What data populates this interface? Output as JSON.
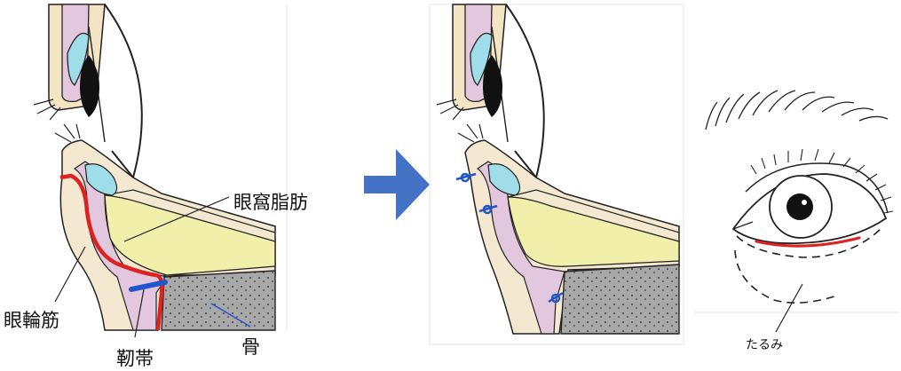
{
  "labels": {
    "orbital_fat": "眼窩脂肪",
    "orbicularis": "眼輪筋",
    "ligament": "靭帯",
    "bone": "骨",
    "sagging": "たるみ"
  },
  "colors": {
    "fat": "#f2efaa",
    "bone": "#a7a7a7",
    "septum_pink": "#e3c7de",
    "skin": "#f5e8d0",
    "conjunctiva": "#9fdde8",
    "red_line": "#dd2222",
    "blue_mark": "#3366cc",
    "arrow": "#4472c4"
  },
  "icons": {
    "arrow": "right-arrow-icon",
    "suture": "suture-knot-icon"
  }
}
